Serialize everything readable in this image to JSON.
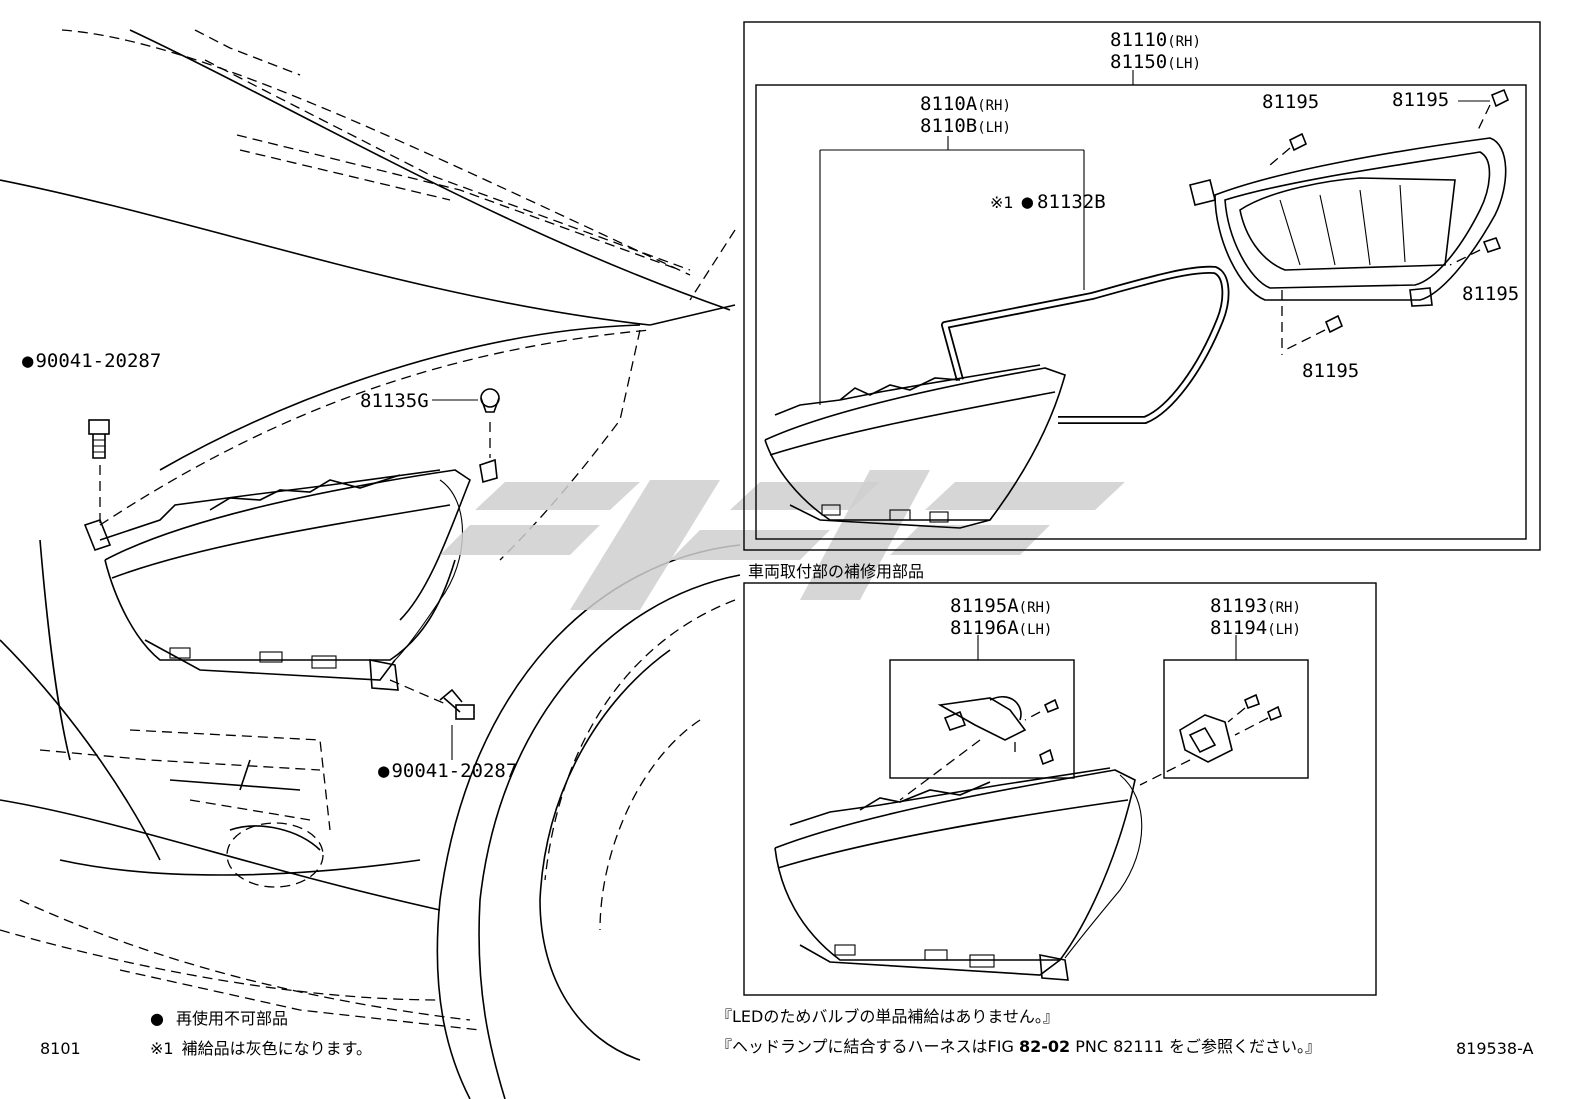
{
  "parts": {
    "headlamp_assy": {
      "rh": "81110",
      "rh_suffix": "(RH)",
      "lh": "81150",
      "lh_suffix": "(LH)"
    },
    "headlamp_unit": {
      "rh": "8110A",
      "rh_suffix": "(RH)",
      "lh": "8110B",
      "lh_suffix": "(LH)"
    },
    "gasket": {
      "note_mark": "※1",
      "bullet": "●",
      "number": "81132B"
    },
    "screw_81195": [
      "81195",
      "81195",
      "81195",
      "81195"
    ],
    "clip": "81135G",
    "bolt_upper": {
      "bullet": "●",
      "number": "90041-20287"
    },
    "bolt_lower": {
      "bullet": "●",
      "number": "90041-20287"
    },
    "bracket_a": {
      "rh": "81195A",
      "rh_suffix": "(RH)",
      "lh": "81196A",
      "lh_suffix": "(LH)"
    },
    "bracket_b": {
      "rh": "81193",
      "rh_suffix": "(RH)",
      "lh": "81194",
      "lh_suffix": "(LH)"
    }
  },
  "section_title": "車両取付部の補修用部品",
  "notes": {
    "led": "『LEDのためバルブの単品補給はありません。』",
    "harness_prefix": "『ヘッドランプに結合するハーネスはFIG ",
    "harness_fig": "82-02",
    "harness_suffix": " PNC 82111 をご参照ください。』"
  },
  "legend": {
    "bullet": "●",
    "non_reusable": "再使用不可部品",
    "note_mark": "※1",
    "gray_note": "補給品は灰色になります。"
  },
  "footer": {
    "page_code": "8101",
    "figure_id": "819538-A"
  }
}
